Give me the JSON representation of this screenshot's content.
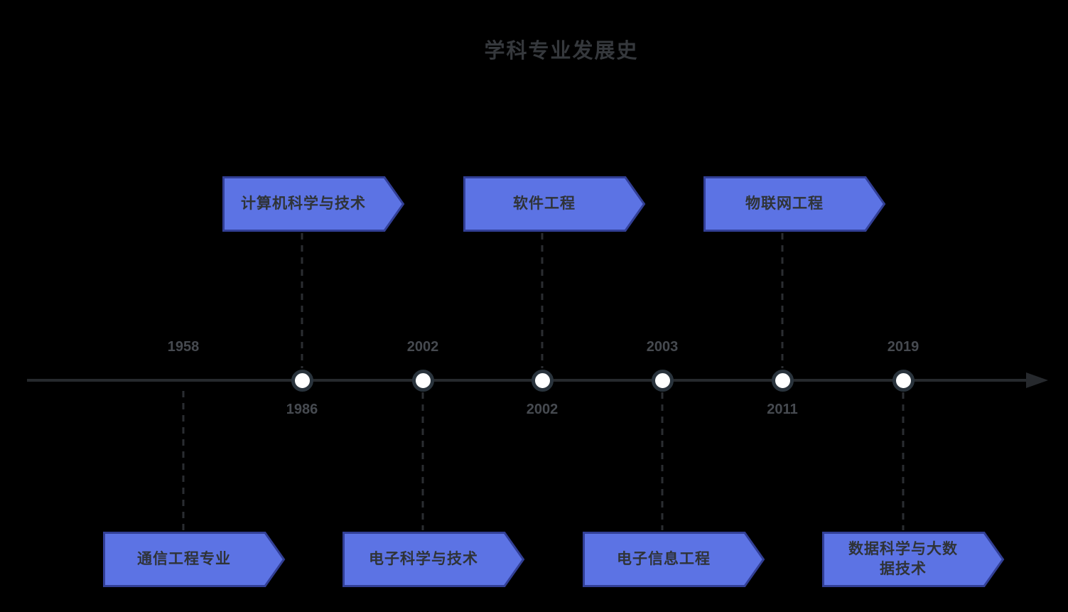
{
  "title": "学科专业发展史",
  "timeline": {
    "events": [
      {
        "year": "1958",
        "label": "通信工程专业",
        "box_side": "bottom",
        "year_side": "above"
      },
      {
        "year": "1986",
        "label": "计算机科学与技术",
        "box_side": "top",
        "year_side": "below"
      },
      {
        "year": "2002",
        "label": "电子科学与技术",
        "box_side": "bottom",
        "year_side": "above"
      },
      {
        "year": "2002",
        "label": "软件工程",
        "box_side": "top",
        "year_side": "below"
      },
      {
        "year": "2003",
        "label": "电子信息工程",
        "box_side": "bottom",
        "year_side": "above"
      },
      {
        "year": "2011",
        "label": "物联网工程",
        "box_side": "top",
        "year_side": "below"
      },
      {
        "year": "2019",
        "label": "数据科学与大数据技术",
        "box_side": "bottom",
        "year_side": "above"
      }
    ]
  },
  "colors": {
    "background": "#000000",
    "axis_line": "#26292d",
    "connector_line": "#2a2d31",
    "box_fill": "#5c73e4",
    "box_border": "#323f96",
    "box_text": "#2f3337",
    "dot_fill": "#ffffff",
    "dot_ring": "#29333c",
    "year_text": "#464a50",
    "title_text": "#35383c"
  }
}
